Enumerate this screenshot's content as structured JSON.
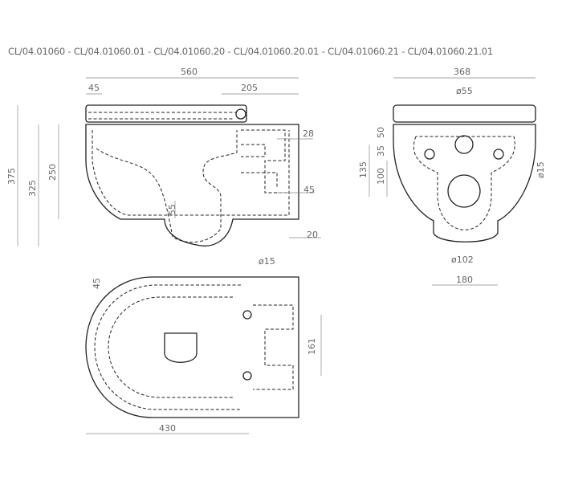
{
  "title": "CL/04.01060 - CL/04.01060.01 - CL/04.01060.20 - CL/04.01060.20.01 - CL/04.01060.21 - CL/04.01060.21.01",
  "side_view": {
    "width": "560",
    "seat_offset": "45",
    "outlet_from_wall": "205",
    "total_height": "375",
    "bowl_height": "325",
    "fixing_height": "250",
    "inlet_offset": "28",
    "outlet_depth": "45",
    "wall_gap": "20",
    "trap_height": "55"
  },
  "front_view": {
    "width": "368",
    "inlet_diameter": "ø55",
    "h50": "50",
    "h35": "35",
    "h135": "135",
    "h100": "100",
    "fixing_diameter": "ø15",
    "outlet_diameter": "ø102",
    "fixing_spacing": "180"
  },
  "top_view": {
    "fixing_diameter": "ø15",
    "seat_offset": "45",
    "fixing_distance": "161",
    "depth": "430"
  }
}
